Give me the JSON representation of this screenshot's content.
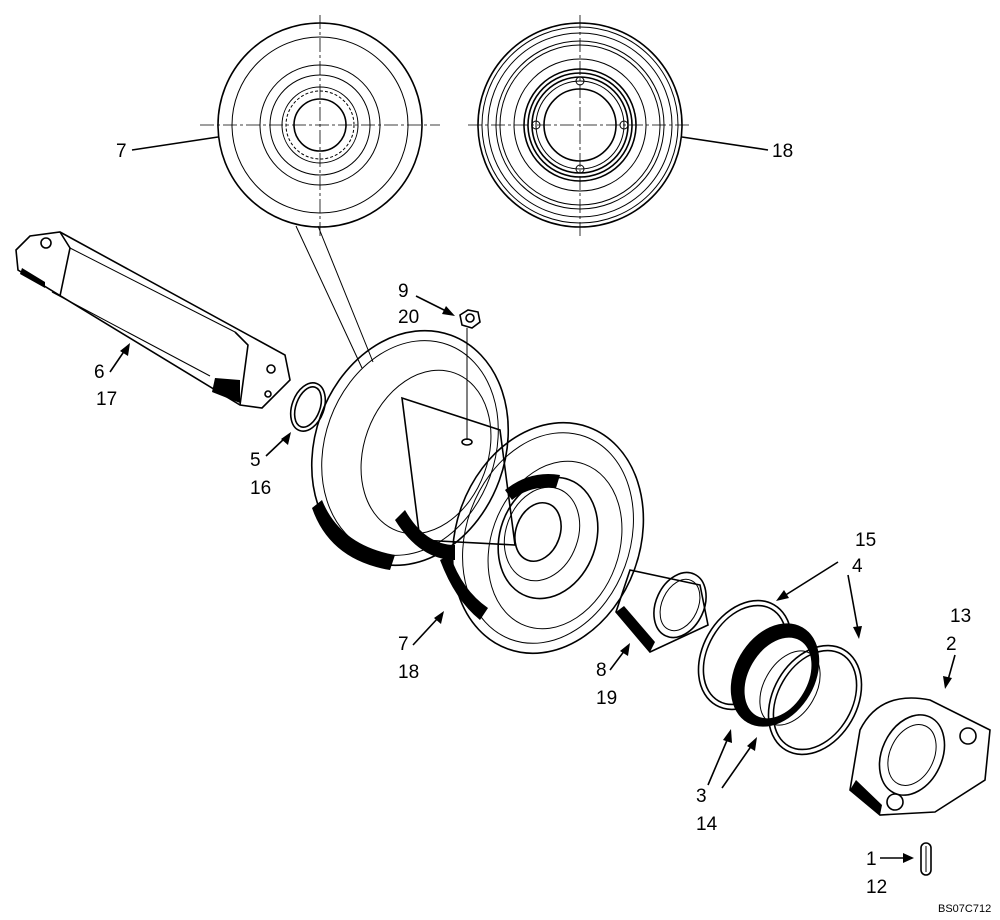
{
  "callouts": {
    "top_left": "7",
    "top_right": "18",
    "pin_a": "9",
    "pin_b": "20",
    "shaft_a": "6",
    "shaft_b": "17",
    "oring_a": "5",
    "oring_b": "16",
    "roller_a": "7",
    "roller_b": "18",
    "bushing_a": "8",
    "bushing_b": "19",
    "seal_ring_a": "15",
    "seal_ring_b": "4",
    "seal_a": "3",
    "seal_b": "14",
    "collar_a": "13",
    "collar_b": "2",
    "pin2_a": "1",
    "pin2_b": "12"
  },
  "drawing_code": "BS07C712"
}
